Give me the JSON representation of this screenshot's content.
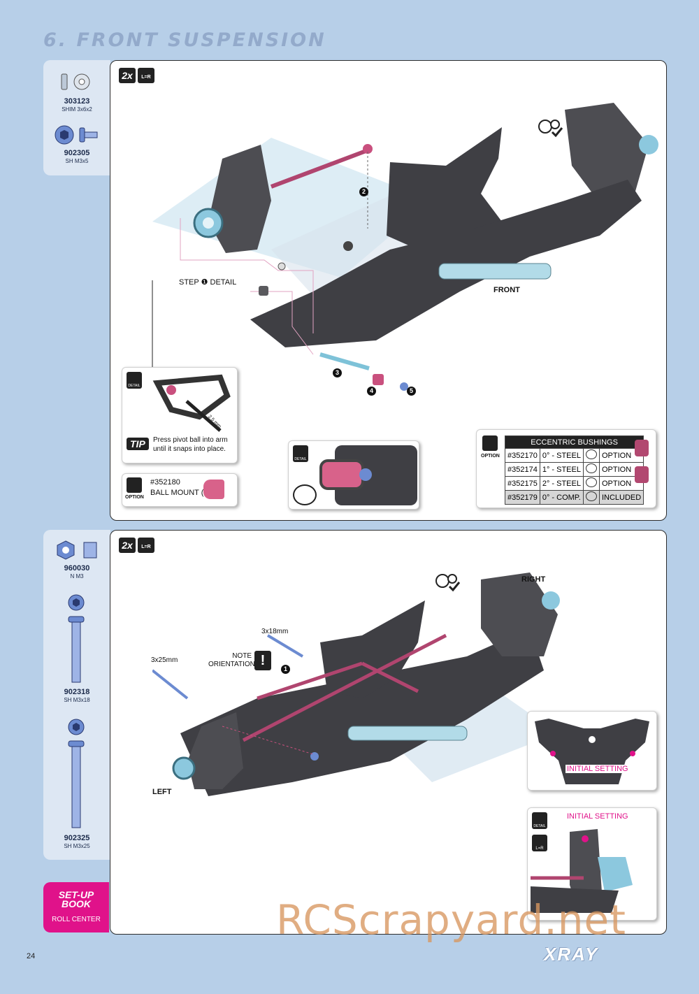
{
  "title": "6. FRONT SUSPENSION",
  "sidebar1": {
    "parts": [
      {
        "num": "303123",
        "desc": "SHIM 3x6x2"
      },
      {
        "num": "902305",
        "desc": "SH M3x5"
      }
    ]
  },
  "sidebar2": {
    "parts": [
      {
        "num": "960030",
        "desc": "N M3"
      },
      {
        "num": "902318",
        "desc": "SH M3x18"
      },
      {
        "num": "902325",
        "desc": "SH M3x25"
      }
    ]
  },
  "panel1": {
    "badge_qty": "2x",
    "badge_lr": "L=R",
    "step_detail": "STEP ❶ DETAIL",
    "front_label": "FRONT",
    "steps": [
      "2",
      "3",
      "4",
      "5"
    ],
    "tip": {
      "label": "TIP",
      "text": "Press pivot ball into arm until it snaps into place.",
      "tool": "2.5 mm",
      "detail": "DETAIL"
    },
    "option_mount": {
      "label": "OPTION",
      "num": "#352180",
      "name": "BALL MOUNT (2)"
    },
    "detail2": "DETAIL",
    "ecc": {
      "header": "ECCENTRIC BUSHINGS",
      "option": "OPTION",
      "rows": [
        {
          "num": "#352170",
          "name": "0° - STEEL",
          "status": "OPTION"
        },
        {
          "num": "#352174",
          "name": "1° - STEEL",
          "status": "OPTION"
        },
        {
          "num": "#352175",
          "name": "2° - STEEL",
          "status": "OPTION"
        },
        {
          "num": "#352179",
          "name": "0° - COMP.",
          "status": "INCLUDED"
        }
      ]
    }
  },
  "panel2": {
    "badge_qty": "2x",
    "badge_lr": "L=R",
    "right_label": "RIGHT",
    "left_label": "LEFT",
    "screw1": "3x18mm",
    "screw2": "3x25mm",
    "note": "NOTE ORIENTATION",
    "step": "1",
    "initial1": "INITIAL SETTING",
    "initial2": "INITIAL SETTING",
    "detail": "DETAIL",
    "lr": "L=R"
  },
  "setup": {
    "line1": "SET-UP",
    "line2": "BOOK",
    "line3": "ROLL CENTER"
  },
  "page_number": "24",
  "brand": "XRAY",
  "watermark": "RCScrapyard.net"
}
